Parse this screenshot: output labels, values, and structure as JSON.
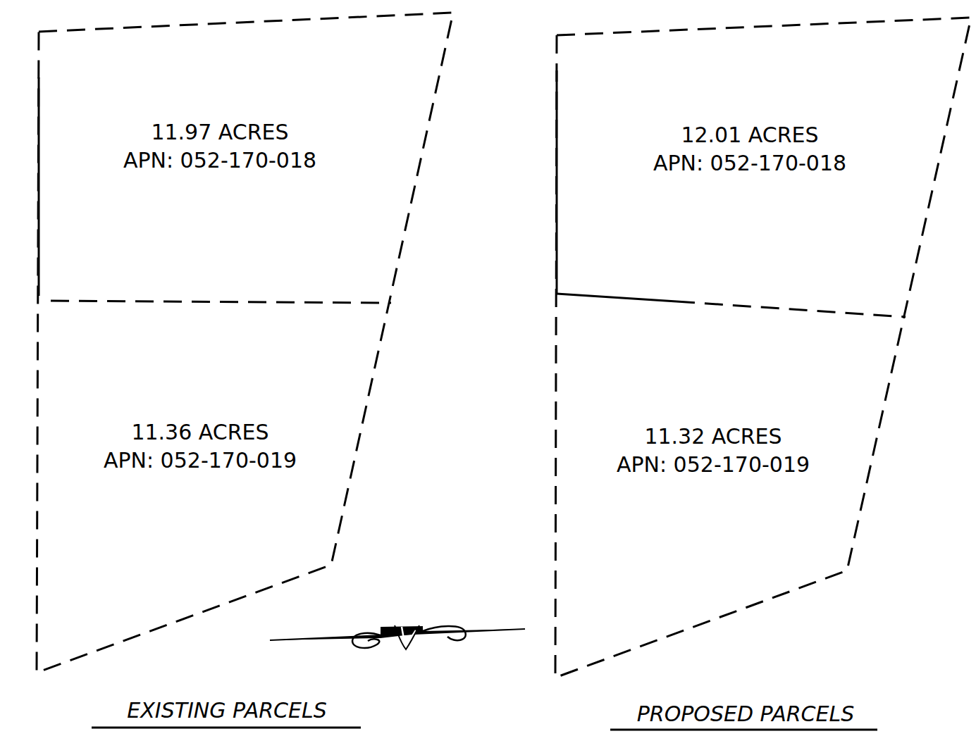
{
  "diagram": {
    "nodes": [
      {
        "text": [
          "11.97 ACRES",
          "APN: 052-170-018"
        ]
      },
      {
        "text": [
          "11.36 ACRES",
          "APN: 052-170-019"
        ]
      },
      {
        "text": [
          "12.01 ACRES",
          "APN: 052-170-018"
        ]
      },
      {
        "text": [
          "11.32 ACRES",
          "APN: 052-170-019"
        ]
      }
    ],
    "labels": [
      "EXISTING PARCELS",
      "PROPOSED PARCELS"
    ]
  }
}
